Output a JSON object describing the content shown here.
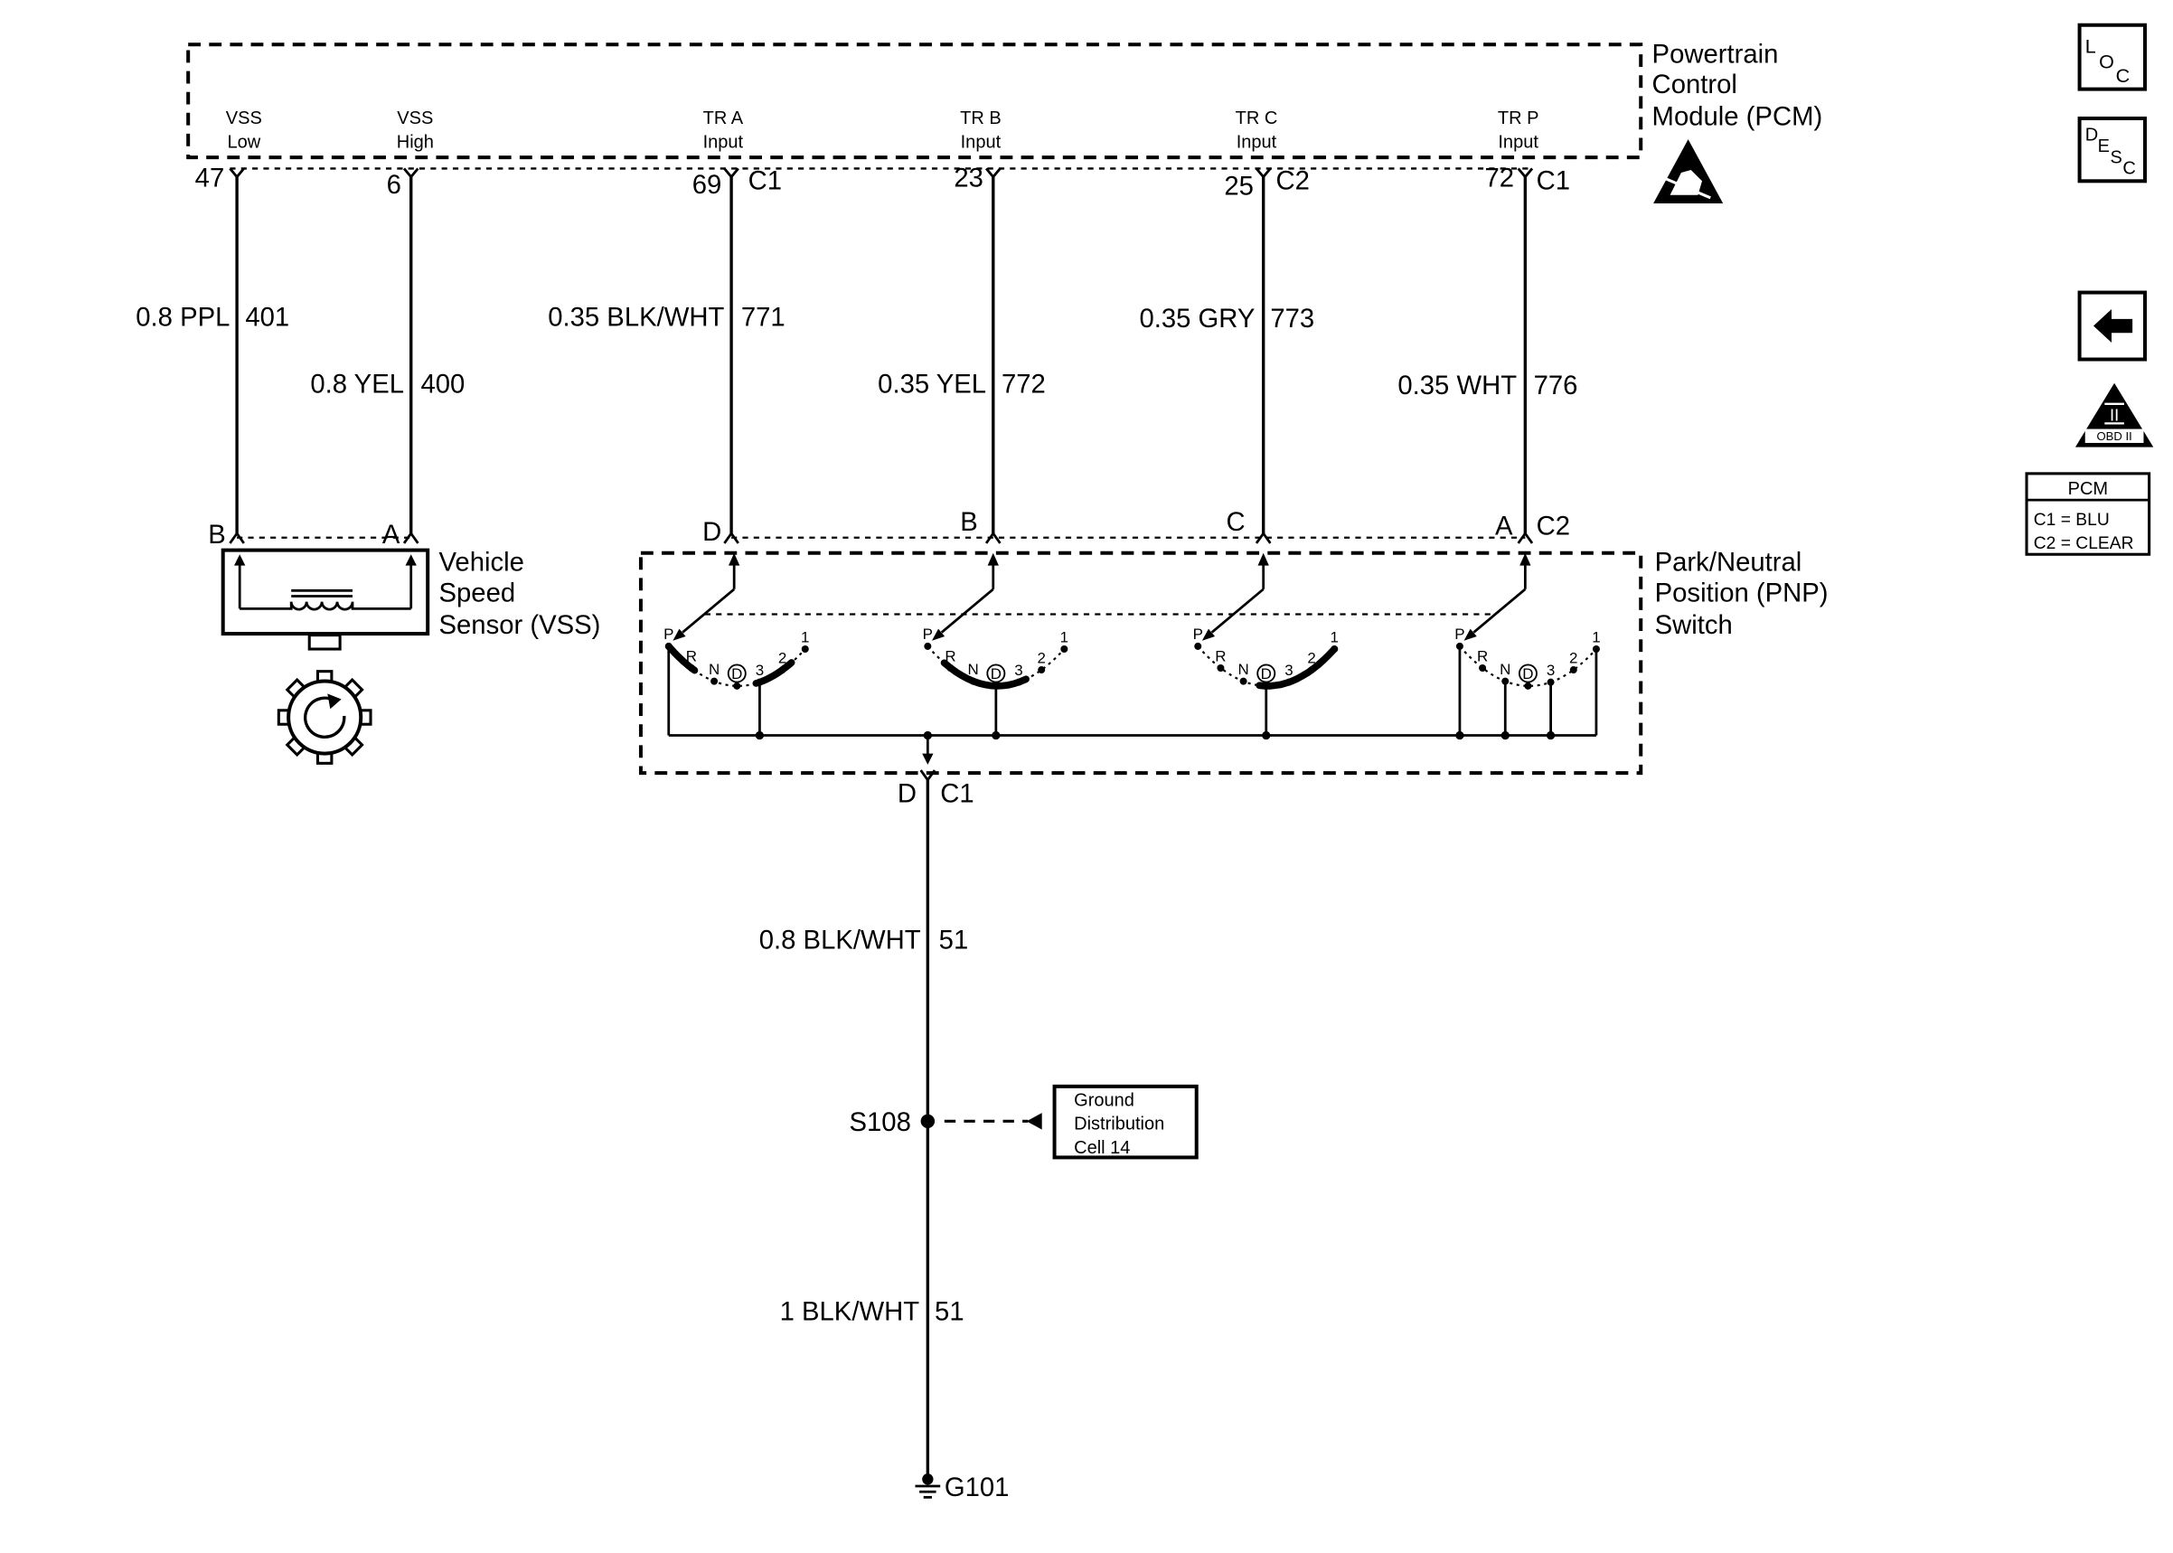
{
  "pcm": {
    "title": [
      "Powertrain",
      "Control",
      "Module (PCM)"
    ],
    "inputs": [
      {
        "name": [
          "VSS",
          "Low"
        ],
        "pin": "47"
      },
      {
        "name": [
          "VSS",
          "High"
        ],
        "pin": "6"
      },
      {
        "name": [
          "TR A",
          "Input"
        ],
        "pin": "69",
        "connector": "C1"
      },
      {
        "name": [
          "TR B",
          "Input"
        ],
        "pin": "23"
      },
      {
        "name": [
          "TR C",
          "Input"
        ],
        "pin": "25",
        "connector": "C2"
      },
      {
        "name": [
          "TR P",
          "Input"
        ],
        "pin": "72",
        "connector": "C1"
      }
    ]
  },
  "wires": [
    {
      "wire": "0.8 PPL",
      "circuit": "401",
      "end_pin": "B"
    },
    {
      "wire": "0.8 YEL",
      "circuit": "400",
      "end_pin": "A"
    },
    {
      "wire": "0.35 BLK/WHT",
      "circuit": "771",
      "end_pin": "D"
    },
    {
      "wire": "0.35 YEL",
      "circuit": "772",
      "end_pin": "B"
    },
    {
      "wire": "0.35 GRY",
      "circuit": "773",
      "end_pin": "C"
    },
    {
      "wire": "0.35 WHT",
      "circuit": "776",
      "end_pin": "A"
    }
  ],
  "vss": {
    "title": [
      "Vehicle",
      "Speed",
      "Sensor (VSS)"
    ]
  },
  "pnp": {
    "title": [
      "Park/Neutral",
      "Position (PNP)",
      "Switch"
    ],
    "connector": "C2",
    "positions": [
      "P",
      "R",
      "N",
      "D",
      "3",
      "2",
      "1"
    ],
    "output_pin": "D",
    "output_connector": "C1"
  },
  "ground_circuit": {
    "segment1": {
      "wire": "0.8 BLK/WHT",
      "circuit": "51"
    },
    "splice": "S108",
    "segment2": {
      "wire": "1 BLK/WHT",
      "circuit": "51"
    },
    "ground": "G101",
    "link_box": [
      "Ground",
      "Distribution",
      "Cell 14"
    ]
  },
  "nav": {
    "loc": [
      "L",
      "O",
      "C"
    ],
    "desc": [
      "D",
      "E",
      "S",
      "C"
    ],
    "obd": {
      "roman": "II",
      "label": "OBD II"
    }
  },
  "legend": {
    "title": "PCM",
    "rows": [
      "C1 = BLU",
      "C2 = CLEAR"
    ]
  }
}
